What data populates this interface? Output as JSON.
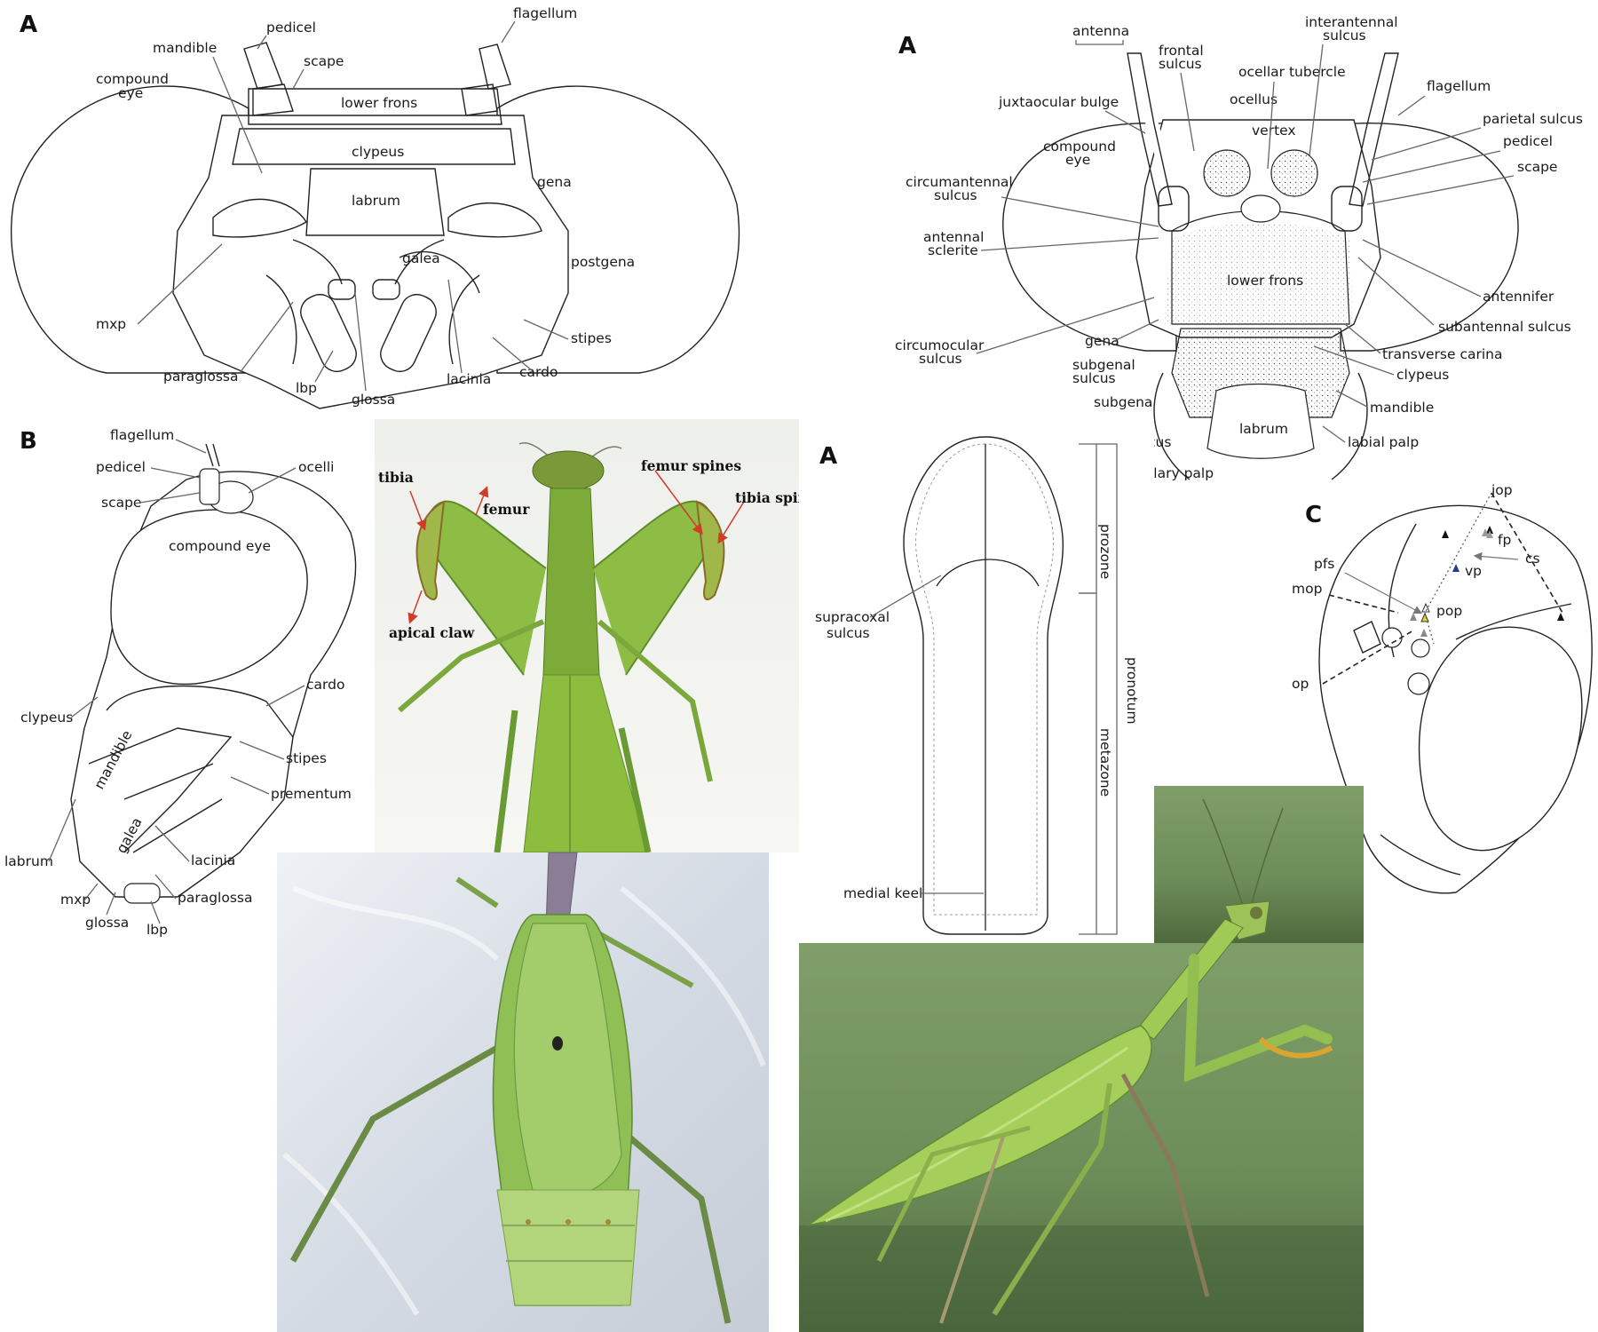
{
  "panels": {
    "tl": {
      "letter": "A",
      "labels": [
        "pedicel",
        "flagellum",
        "mandible",
        "scape",
        "compound",
        "eye",
        "lower frons",
        "clypeus",
        "labrum",
        "gena",
        "postgena",
        "galea",
        "mxp",
        "paraglossa",
        "lbp",
        "glossa",
        "lacinia",
        "cardo",
        "stipes"
      ]
    },
    "tr": {
      "letter": "A",
      "labels": [
        "antenna",
        "interantennal",
        "sulcus",
        "frontal",
        "sulcus",
        "ocellar tubercle",
        "flagellum",
        "juxtaocular bulge",
        "ocellus",
        "vertex",
        "parietal sulcus",
        "compound",
        "eye",
        "pedicel",
        "scape",
        "circumantennal",
        "sulcus",
        "antennal",
        "sclerite",
        "lower frons",
        "antennifer",
        "subantennal sulcus",
        "circumocular",
        "sulcus",
        "gena",
        "transverse carina",
        "subgenal",
        "sulcus",
        "clypeus",
        "subgena",
        "mandible",
        "labrum",
        "labial palp",
        "cus",
        "llary palp"
      ]
    },
    "bl": {
      "letter": "B",
      "labels": [
        "flagellum",
        "pedicel",
        "ocelli",
        "scape",
        "compound eye",
        "cardo",
        "clypeus",
        "stipes",
        "mandible",
        "prementum",
        "labrum",
        "galea",
        "lacinia",
        "mxp",
        "paraglossa",
        "glossa",
        "lbp"
      ]
    },
    "photo1": {
      "labels": [
        "tibia",
        "femur",
        "femur spines",
        "tibia spine",
        "apical claw"
      ]
    },
    "pronotum": {
      "letter": "A",
      "labels": [
        "prozone",
        "pronotum",
        "metazone",
        "supracoxal",
        "sulcus",
        "medial keel"
      ]
    },
    "c": {
      "letter": "C",
      "labels": [
        "jop",
        "fp",
        "cs",
        "pfs",
        "vp",
        "mop",
        "pop",
        "op"
      ]
    }
  },
  "colors": {
    "photo_green": "#7bb33c",
    "mantis_green": "#8fbf45",
    "photo_bg_green": "#6f8f5b",
    "paper_white": "#dfe3ea",
    "arrow_red": "#d23a2a"
  }
}
